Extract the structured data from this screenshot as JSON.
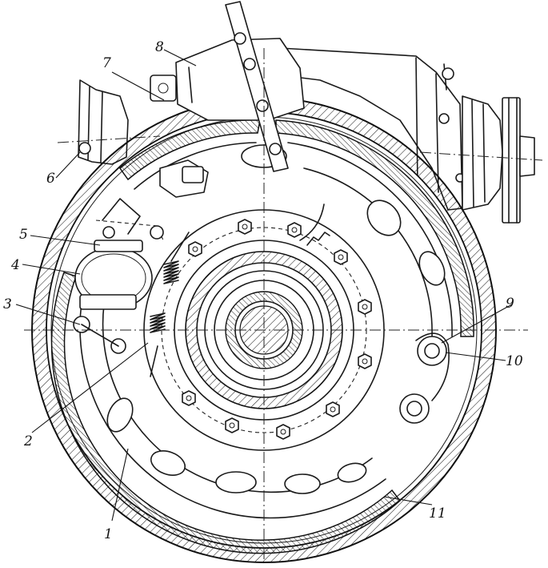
{
  "diagram": {
    "callouts": [
      {
        "id": "1",
        "text": "1"
      },
      {
        "id": "2",
        "text": "2"
      },
      {
        "id": "3",
        "text": "3"
      },
      {
        "id": "4",
        "text": "4"
      },
      {
        "id": "5",
        "text": "5"
      },
      {
        "id": "6",
        "text": "6"
      },
      {
        "id": "7",
        "text": "7"
      },
      {
        "id": "8",
        "text": "8"
      },
      {
        "id": "9",
        "text": "9"
      },
      {
        "id": "10",
        "text": "10"
      },
      {
        "id": "11",
        "text": "11"
      }
    ]
  },
  "colors": {
    "ink": "#1a1a1a",
    "paper": "#ffffff"
  }
}
